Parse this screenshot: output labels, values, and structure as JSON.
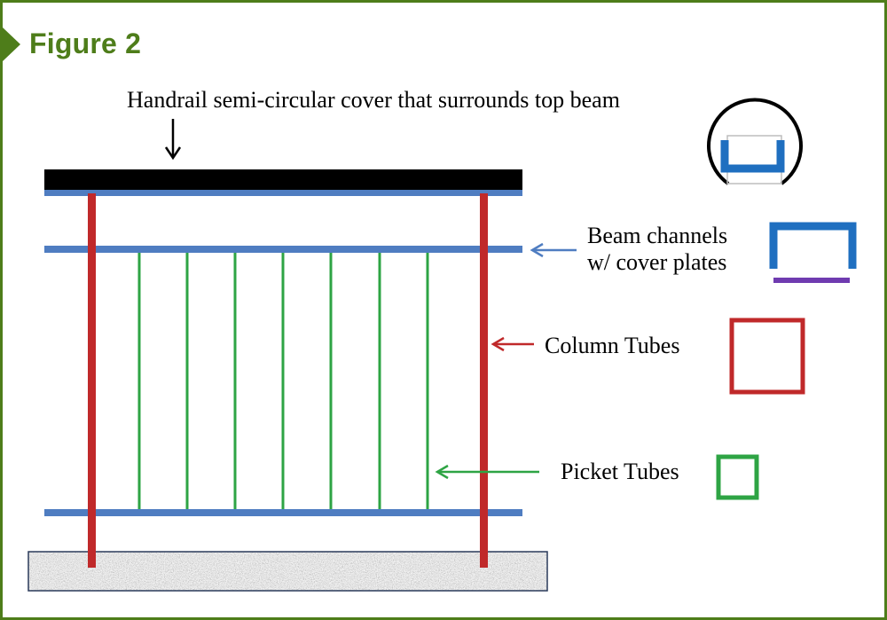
{
  "figure": {
    "title": "Figure 2"
  },
  "labels": {
    "handrail_cover": "Handrail semi-circular cover that surrounds top beam",
    "beam_channels_line1": "Beam channels",
    "beam_channels_line2": "w/ cover plates",
    "column_tubes": "Column Tubes",
    "picket_tubes": "Picket Tubes"
  },
  "colors": {
    "frame": "#4e7d1a",
    "handrail": "#000000",
    "beam": "#4f7dc1",
    "column": "#c0292a",
    "picket": "#2ea444",
    "cover_plate": "#6f3bb0",
    "channel": "#1f6fc0",
    "concrete": "#8d8d8d"
  }
}
